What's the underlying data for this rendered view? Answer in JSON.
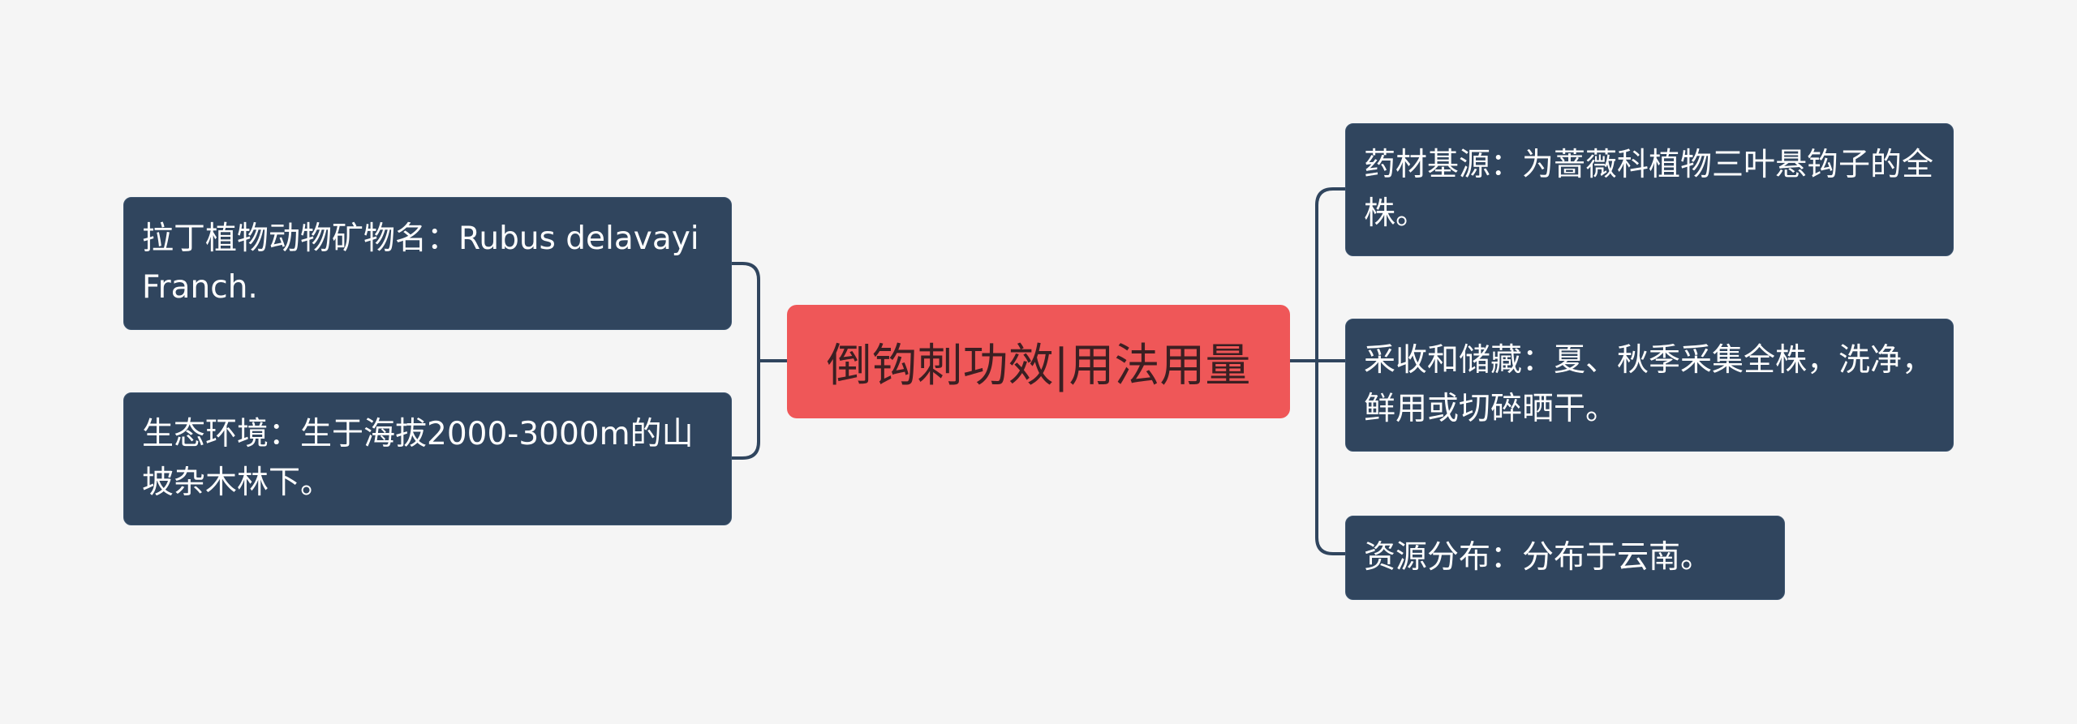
{
  "center_topic": "倒钩刺功效|用法用量",
  "left_nodes": [
    {
      "text": "拉丁植物动物矿物名：Rubus delavayi Franch."
    },
    {
      "text": "生态环境：生于海拔2000-3000m的山坡杂木林下。"
    }
  ],
  "right_nodes": [
    {
      "text": "药材基源：为蔷薇科植物三叶悬钩子的全株。"
    },
    {
      "text": "采收和储藏：夏、秋季采集全株，洗净，鲜用或切碎晒干。"
    },
    {
      "text": "资源分布：分布于云南。"
    }
  ],
  "colors": {
    "background": "#f5f5f5",
    "center_fill": "#ef5758",
    "node_fill": "#30455e",
    "connector": "#30455e"
  }
}
